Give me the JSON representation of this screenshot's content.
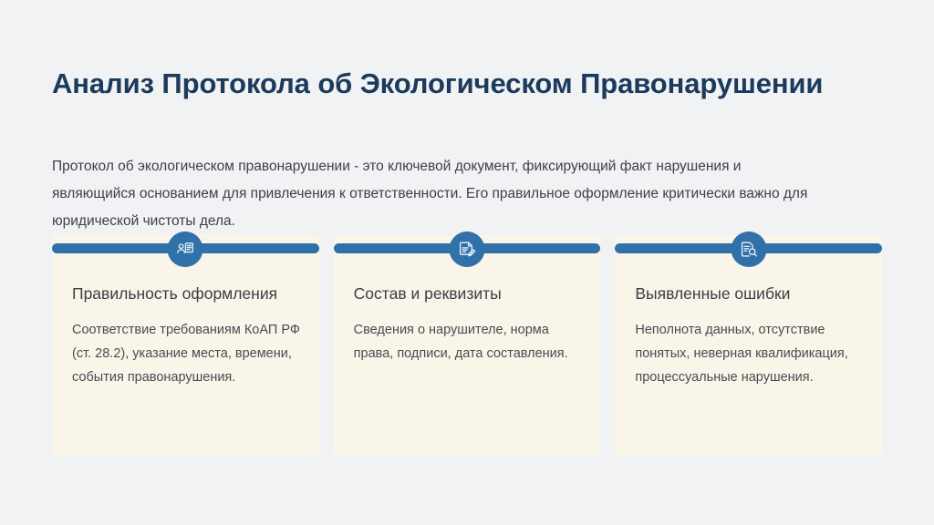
{
  "slide": {
    "title": "Анализ Протокола об Экологическом Правонарушении",
    "intro": "Протокол об экологическом правонарушении - это ключевой документ, фиксирующий факт нарушения и являющийся основанием для привлечения к ответственности. Его правильное оформление критически важно для юридической чистоты дела."
  },
  "theme": {
    "background": "#f1f2f4",
    "title_color": "#1b3a5c",
    "accent": "#3071a9",
    "card_background": "#faf5e9",
    "text_color": "#4a4a52"
  },
  "cards": [
    {
      "icon": "user-document-icon",
      "heading": "Правильность оформления",
      "text": "Соответствие требованиям КоАП РФ (ст. 28.2), указание места, времени, события правонарушения."
    },
    {
      "icon": "document-pen-icon",
      "heading": "Состав и реквизиты",
      "text": "Сведения о нарушителе, норма права, подписи, дата составления."
    },
    {
      "icon": "document-search-icon",
      "heading": "Выявленные ошибки",
      "text": "Неполнота данных, отсутствие понятых, неверная квалификация, процессуальные нарушения."
    }
  ]
}
